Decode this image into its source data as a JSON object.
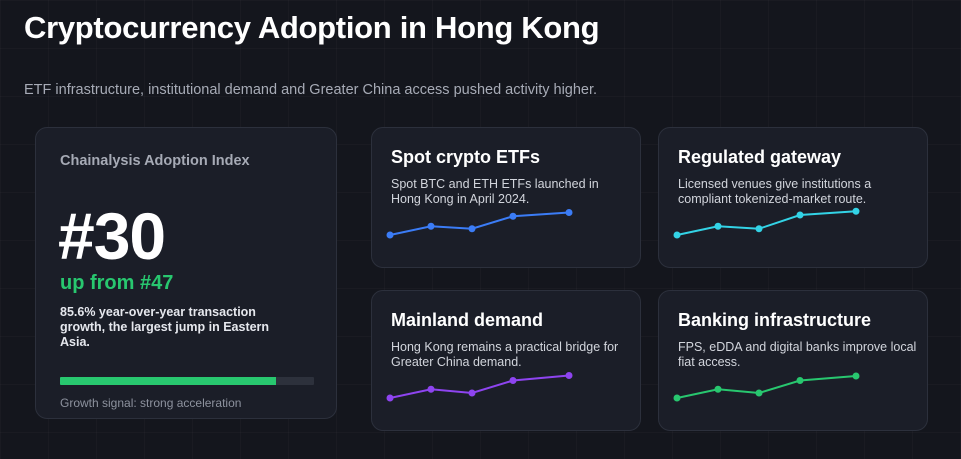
{
  "header": {
    "title": "Cryptocurrency Adoption in Hong Kong",
    "subtitle": "ETF infrastructure, institutional demand and Greater China access pushed activity higher."
  },
  "index_card": {
    "label": "Chainalysis Adoption Index",
    "rank": "#30",
    "previous": "up from #47",
    "description": "85.6% year-over-year transaction growth, the largest jump in Eastern Asia.",
    "progress": 0.85,
    "progress_color": "#28c76f",
    "footer": "Growth signal: strong acceleration"
  },
  "cards": [
    {
      "title": "Spot crypto ETFs",
      "description": "Spot BTC and ETH ETFs launched in Hong Kong in April 2024.",
      "color": "#3b7cf6",
      "trend": [
        0.0,
        0.35,
        0.25,
        0.75,
        0.9
      ]
    },
    {
      "title": "Regulated gateway",
      "description": "Licensed venues give institutions a compliant tokenized-market route.",
      "color": "#33d3e6",
      "trend": [
        0.0,
        0.35,
        0.25,
        0.8,
        0.95
      ]
    },
    {
      "title": "Mainland demand",
      "description": "Hong Kong remains a practical bridge for Greater China demand.",
      "color": "#8e44f0",
      "trend": [
        0.0,
        0.35,
        0.2,
        0.7,
        0.9
      ]
    },
    {
      "title": "Banking infrastructure",
      "description": "FPS, eDDA and digital banks improve local fiat access.",
      "color": "#28c76f",
      "trend": [
        0.0,
        0.35,
        0.2,
        0.7,
        0.88
      ]
    }
  ]
}
